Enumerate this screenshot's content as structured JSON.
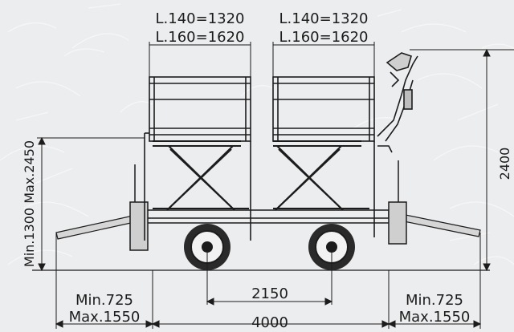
{
  "colors": {
    "background": "#ecedee",
    "texture": "#ffffff",
    "line": "#1c1c1c",
    "tyre": "#2a2a2a"
  },
  "labels": {
    "platform_left": {
      "line1": "L.140=1320",
      "line2": "L.160=1620"
    },
    "platform_right": {
      "line1": "L.140=1320",
      "line2": "L.160=1620"
    },
    "height_range": "Min.1300 Max.2450",
    "total_height": "2400",
    "wheelbase": "2150",
    "overall_length": "4000",
    "ramp_left": {
      "line1": "Min.725",
      "line2": "Max.1550"
    },
    "ramp_right": {
      "line1": "Min.725",
      "line2": "Max.1550"
    }
  },
  "icons": {
    "operator_seat": "seat-icon",
    "wheel": "wheel-icon"
  }
}
